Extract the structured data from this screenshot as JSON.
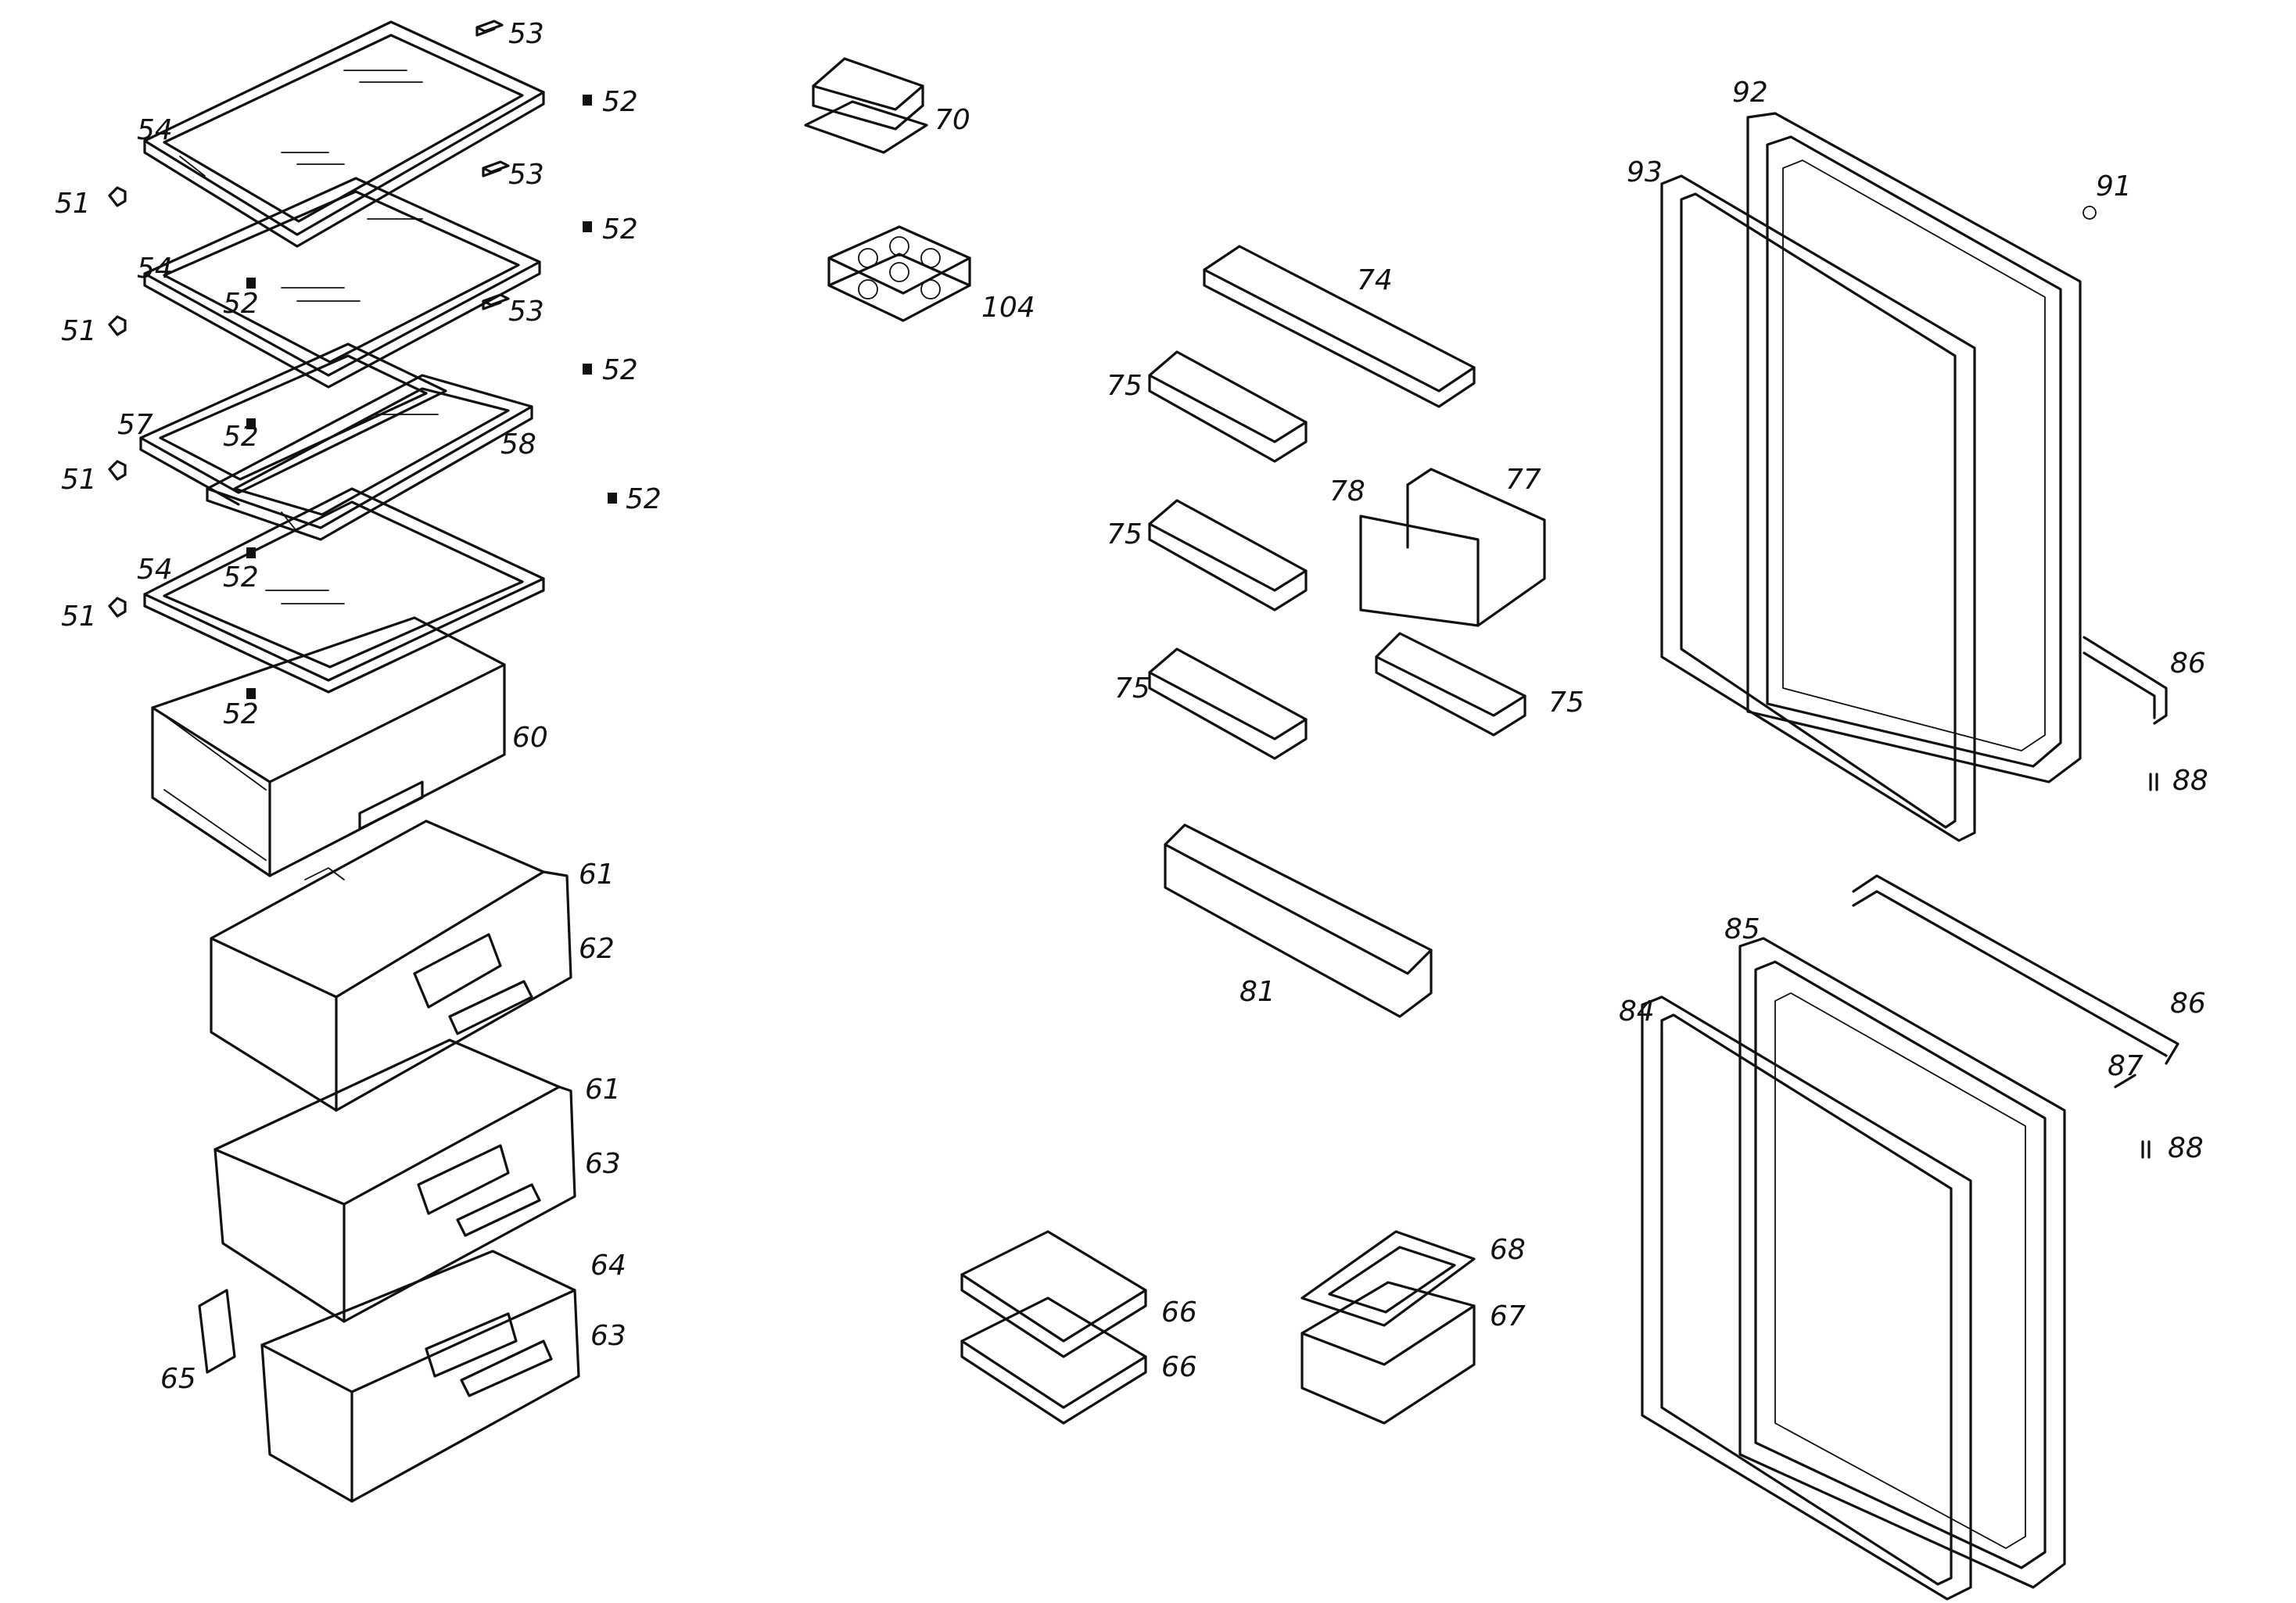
{
  "callouts": [
    {
      "id": "c53a",
      "text": "53"
    },
    {
      "id": "c52a",
      "text": "52"
    },
    {
      "id": "c54a",
      "text": "54"
    },
    {
      "id": "c51a",
      "text": "51"
    },
    {
      "id": "c53b",
      "text": "53"
    },
    {
      "id": "c52b",
      "text": "52"
    },
    {
      "id": "c54b",
      "text": "54"
    },
    {
      "id": "c52c",
      "text": "52"
    },
    {
      "id": "c51b",
      "text": "51"
    },
    {
      "id": "c53c",
      "text": "53"
    },
    {
      "id": "c52d",
      "text": "52"
    },
    {
      "id": "c57",
      "text": "57"
    },
    {
      "id": "c52e",
      "text": "52"
    },
    {
      "id": "c58",
      "text": "58"
    },
    {
      "id": "c51c",
      "text": "51"
    },
    {
      "id": "c52f",
      "text": "52"
    },
    {
      "id": "c54c",
      "text": "54"
    },
    {
      "id": "c52g",
      "text": "52"
    },
    {
      "id": "c51d",
      "text": "51"
    },
    {
      "id": "c52h",
      "text": "52"
    },
    {
      "id": "c60",
      "text": "60"
    },
    {
      "id": "c61a",
      "text": "61"
    },
    {
      "id": "c62",
      "text": "62"
    },
    {
      "id": "c61b",
      "text": "61"
    },
    {
      "id": "c63a",
      "text": "63"
    },
    {
      "id": "c64",
      "text": "64"
    },
    {
      "id": "c63b",
      "text": "63"
    },
    {
      "id": "c65",
      "text": "65"
    },
    {
      "id": "c70",
      "text": "70"
    },
    {
      "id": "c104",
      "text": "104"
    },
    {
      "id": "c74",
      "text": "74"
    },
    {
      "id": "c75a",
      "text": "75"
    },
    {
      "id": "c75b",
      "text": "75"
    },
    {
      "id": "c78",
      "text": "78"
    },
    {
      "id": "c77",
      "text": "77"
    },
    {
      "id": "c75c",
      "text": "75"
    },
    {
      "id": "c75d",
      "text": "75"
    },
    {
      "id": "c81",
      "text": "81"
    },
    {
      "id": "c66a",
      "text": "66"
    },
    {
      "id": "c66b",
      "text": "66"
    },
    {
      "id": "c68",
      "text": "68"
    },
    {
      "id": "c67",
      "text": "67"
    },
    {
      "id": "c92",
      "text": "92"
    },
    {
      "id": "c93",
      "text": "93"
    },
    {
      "id": "c91",
      "text": "91"
    },
    {
      "id": "c86a",
      "text": "86"
    },
    {
      "id": "c88a",
      "text": "88"
    },
    {
      "id": "c85",
      "text": "85"
    },
    {
      "id": "c84",
      "text": "84"
    },
    {
      "id": "c86b",
      "text": "86"
    },
    {
      "id": "c87",
      "text": "87"
    },
    {
      "id": "c88b",
      "text": "88"
    }
  ]
}
